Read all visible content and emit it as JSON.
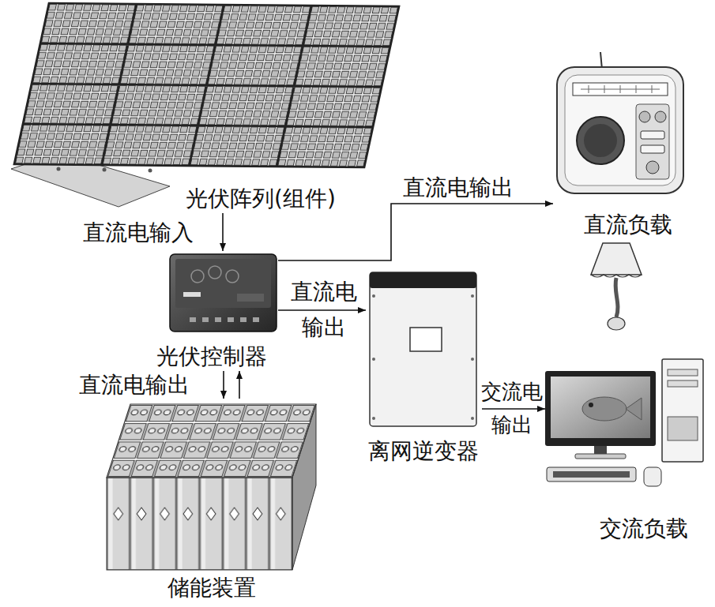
{
  "diagram": {
    "nodes": [
      {
        "text": [
          "光伏阵列(组件)"
        ]
      },
      {
        "text": [
          "光伏控制器"
        ]
      },
      {
        "text": [
          "储能装置"
        ]
      },
      {
        "text": [
          "离网逆变器"
        ]
      },
      {
        "text": [
          "直流负载"
        ]
      },
      {
        "text": [
          "交流负载"
        ]
      }
    ],
    "edges": [
      {
        "from": 0,
        "to": 1,
        "label": "直流电输入",
        "arrow": "to"
      },
      {
        "from": 1,
        "to": 4,
        "label": "直流电输出",
        "arrow": "to"
      },
      {
        "from": 1,
        "to": 3,
        "label": "直流电 输出",
        "arrow": "to"
      },
      {
        "from": 3,
        "to": 5,
        "label": "交流电 输出",
        "arrow": "to"
      },
      {
        "from": 1,
        "to": 2,
        "label": "直流电输出",
        "arrow": "to"
      },
      {
        "from": 2,
        "to": 1,
        "arrow": "to"
      }
    ]
  }
}
